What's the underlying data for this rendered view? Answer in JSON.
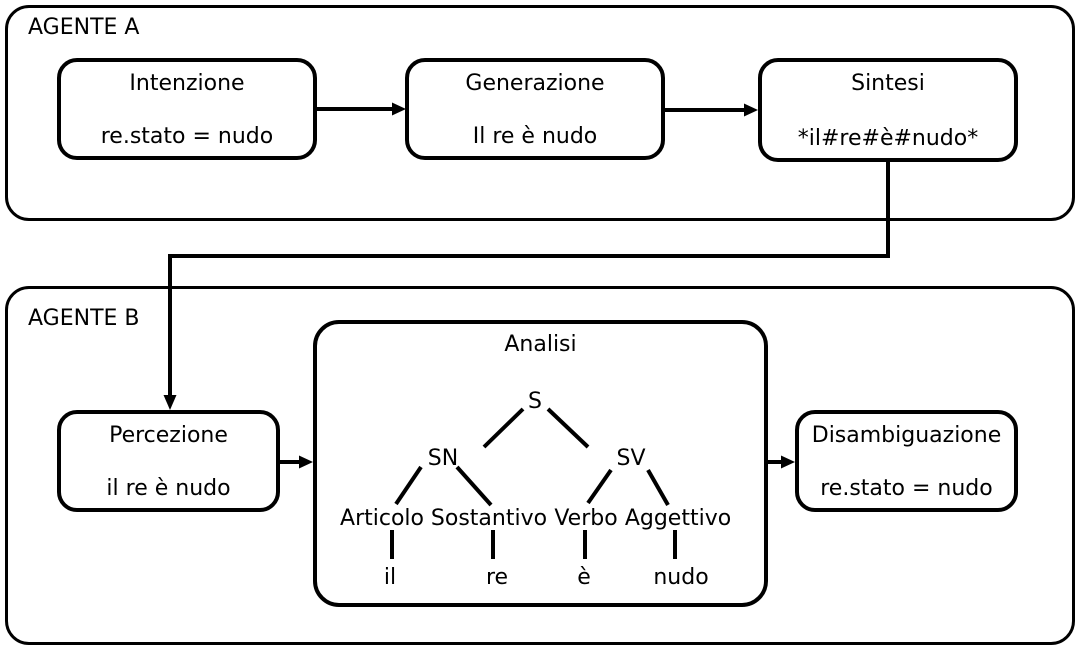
{
  "agent_a": {
    "label": "AGENTE A",
    "stages": [
      {
        "title": "Intenzione",
        "value": "re.stato = nudo"
      },
      {
        "title": "Generazione",
        "value": "Il re è nudo"
      },
      {
        "title": "Sintesi",
        "value": "*il#re#è#nudo*"
      }
    ]
  },
  "agent_b": {
    "label": "AGENTE B",
    "stages": [
      {
        "title": "Percezione",
        "value": "il re è nudo"
      },
      {
        "title": "Disambiguazione",
        "value": "re.stato = nudo"
      }
    ],
    "analisi": {
      "title": "Analisi",
      "tree": {
        "root": "S",
        "phrases": [
          "SN",
          "SV"
        ],
        "categories": [
          "Articolo",
          "Sostantivo",
          "Verbo",
          "Aggettivo"
        ],
        "terminals": [
          "il",
          "re",
          "è",
          "nudo"
        ]
      }
    }
  },
  "colors": {
    "line": "#000000",
    "background": "#ffffff"
  }
}
